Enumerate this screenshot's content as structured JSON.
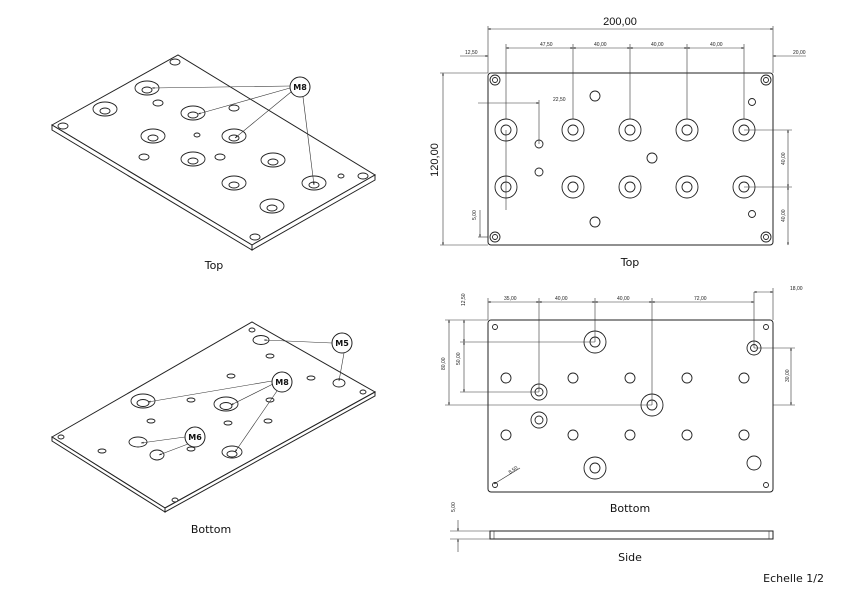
{
  "views": {
    "iso_top_label": "Top",
    "iso_bottom_label": "Bottom",
    "ortho_top_label": "Top",
    "ortho_bottom_label": "Bottom",
    "side_label": "Side"
  },
  "callouts": {
    "top_m8": "M8",
    "bottom_m5": "M5",
    "bottom_m8": "M8",
    "bottom_m6": "M6"
  },
  "scale_note": "Echelle 1/2",
  "dims_top": {
    "overall_width": "200,00",
    "overall_height": "120,00",
    "d1250": "12,50",
    "d4750": "47,50",
    "d40a": "40,00",
    "d40b": "40,00",
    "d40c": "40,00",
    "d2000": "20,00",
    "d2250": "22,50",
    "d500": "5,00",
    "d4000r": "40,00",
    "d4000r2": "40,00"
  },
  "dims_bottom": {
    "d3500": "35,00",
    "d40a": "40,00",
    "d40b": "40,00",
    "d7200": "72,00",
    "d1800": "18,00",
    "d1250": "12,50",
    "d5000": "50,00",
    "d8000": "80,00",
    "d3000": "30,00",
    "d850": "8,50",
    "d500": "5,00"
  }
}
